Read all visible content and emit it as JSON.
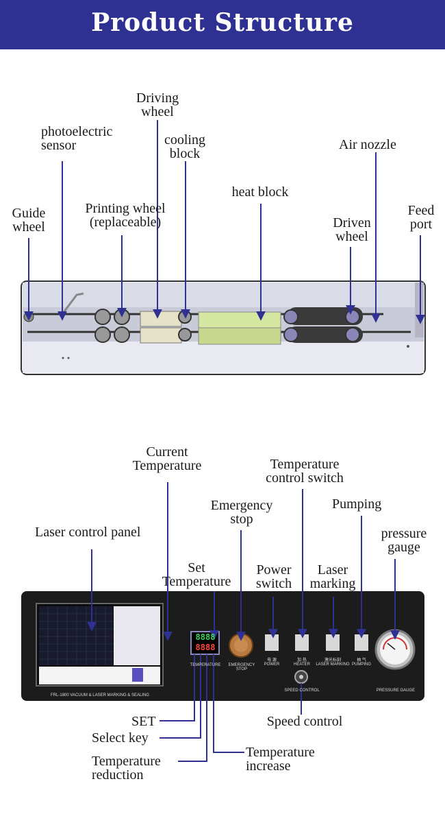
{
  "header": {
    "title": "Product Structure"
  },
  "machine_labels": {
    "driving_wheel": [
      "Driving",
      "wheel"
    ],
    "photoelectric_sensor": [
      "photoelectric",
      "sensor"
    ],
    "cooling_block": [
      "cooling",
      "block"
    ],
    "air_nozzle": "Air nozzle",
    "guide_wheel": [
      "Guide",
      "wheel"
    ],
    "printing_wheel": [
      "Printing wheel",
      "(replaceable)"
    ],
    "heat_block": "heat block",
    "driven_wheel": [
      "Driven",
      "wheel"
    ],
    "feed_port": [
      "Feed",
      "port"
    ]
  },
  "panel_labels": {
    "current_temperature": [
      "Current",
      "Temperature"
    ],
    "temperature_control_switch": [
      "Temperature",
      "control switch"
    ],
    "emergency_stop": [
      "Emergency",
      "stop"
    ],
    "pumping": "Pumping",
    "laser_control_panel": "Laser control panel",
    "pressure_gauge": [
      "pressure",
      "gauge"
    ],
    "set_temperature": [
      "Set",
      "Temperature"
    ],
    "power_switch": [
      "Power",
      "switch"
    ],
    "laser_marking": [
      "Laser",
      "marking"
    ],
    "set": "SET",
    "select_key": "Select key",
    "temperature_reduction": [
      "Temperature",
      "reduction"
    ],
    "temperature_increase": [
      "Temperature",
      "increase"
    ],
    "speed_control": "Speed control"
  },
  "panel_printed": {
    "temperature": "TEMPERATURE",
    "emergency_stop": "EMERGENCY STOP",
    "power_cn": "电 源",
    "power": "POWER",
    "heater_cn": "加 热",
    "heater": "HEATER",
    "laser_marking_cn": "激光标刻",
    "laser_marking": "LASER MARKING",
    "pumping_cn": "抽 气",
    "pumping": "PUMPING",
    "speed_control": "SPEED CONTROL",
    "pressure_gauge": "PRESSURE GAUGE",
    "model": "FRL-1800 VACUUM & LASER MARKING & SEALING",
    "display_top": "8888",
    "display_bottom": "8888"
  },
  "colors": {
    "banner": "#2e3191",
    "arrow": "#2e3191",
    "panel": "#1c1c1c"
  }
}
